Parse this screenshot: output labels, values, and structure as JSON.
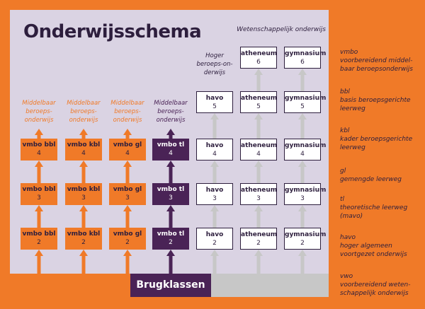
{
  "title": "Onderwijsschema",
  "wo_header": "Wetenschappelijk onderwijs",
  "columns": [
    {
      "label": "Middelbaar beroeps-onderwijs",
      "lines": [
        "Middelbaar",
        "beroeps-",
        "onderwijs"
      ],
      "color": "#f07a28",
      "boxes": [
        {
          "name": "vmbo bbl",
          "level": "4"
        },
        {
          "name": "vmbo bbl",
          "level": "3"
        },
        {
          "name": "vmbo bbl",
          "level": "2"
        }
      ]
    },
    {
      "label": "Middelbaar beroeps-onderwijs",
      "lines": [
        "Middelbaar",
        "beroeps-",
        "onderwijs"
      ],
      "color": "#f07a28",
      "boxes": [
        {
          "name": "vmbo kbl",
          "level": "4"
        },
        {
          "name": "vmbo kbl",
          "level": "3"
        },
        {
          "name": "vmbo kbl",
          "level": "2"
        }
      ]
    },
    {
      "label": "Middelbaar beroeps-onderwijs",
      "lines": [
        "Middelbaar",
        "beroeps-",
        "onderwijs"
      ],
      "color": "#f07a28",
      "boxes": [
        {
          "name": "vmbo gl",
          "level": "4"
        },
        {
          "name": "vmbo gl",
          "level": "3"
        },
        {
          "name": "vmbo gl",
          "level": "2"
        }
      ]
    },
    {
      "label": "Middelbaar beroeps-onderwijs",
      "lines": [
        "Middelbaar",
        "beroeps-",
        "onderwijs"
      ],
      "color": "#4a2356",
      "boxes": [
        {
          "name": "vmbo tl",
          "level": "4"
        },
        {
          "name": "vmbo tl",
          "level": "3"
        },
        {
          "name": "vmbo tl",
          "level": "2"
        }
      ]
    },
    {
      "label": "Hoger beroeps-onderwijs",
      "lines": [
        "Hoger",
        "beroeps-on-",
        "derwijs"
      ],
      "color": "#2d1e3d",
      "boxes": [
        {
          "name": "havo",
          "level": "5"
        },
        {
          "name": "havo",
          "level": "4"
        },
        {
          "name": "havo",
          "level": "3"
        },
        {
          "name": "havo",
          "level": "2"
        }
      ]
    },
    {
      "label": "",
      "lines": [],
      "color": "#2d1e3d",
      "boxes": [
        {
          "name": "atheneum",
          "level": "6"
        },
        {
          "name": "atheneum",
          "level": "5"
        },
        {
          "name": "atheneum",
          "level": "4"
        },
        {
          "name": "atheneum",
          "level": "3"
        },
        {
          "name": "atheneum",
          "level": "2"
        }
      ]
    },
    {
      "label": "",
      "lines": [],
      "color": "#2d1e3d",
      "boxes": [
        {
          "name": "gymnasium",
          "level": "6"
        },
        {
          "name": "gymnasium",
          "level": "5"
        },
        {
          "name": "gymnasium",
          "level": "4"
        },
        {
          "name": "gymnasium",
          "level": "3"
        },
        {
          "name": "gymnasium",
          "level": "2"
        }
      ]
    }
  ],
  "bottom_bar": {
    "label": "Brugklassen"
  },
  "legend": [
    {
      "abbr": "vmbo",
      "lines": [
        "voorbereidend middel-",
        "baar beroepsonderwijs"
      ]
    },
    {
      "abbr": "bbl",
      "lines": [
        "basis beroepsgerichte",
        "leerweg"
      ]
    },
    {
      "abbr": "kbl",
      "lines": [
        "kader beroepsgerichte",
        "leerweg"
      ]
    },
    {
      "abbr": "gl",
      "lines": [
        "gemengde leerweg"
      ]
    },
    {
      "abbr": "tl",
      "lines": [
        "theoretische leerweg",
        "(mavo)"
      ]
    },
    {
      "abbr": "havo",
      "lines": [
        "hoger algemeen",
        "voortgezet onderwijs"
      ]
    },
    {
      "abbr": "vwo",
      "lines": [
        "voorbereidend weten-",
        "schappelijk onderwijs"
      ]
    }
  ],
  "colors": {
    "orange": "#f07a28",
    "purple": "#4a2356",
    "grey": "#c7c7c7",
    "panel": "#dad3e3"
  }
}
